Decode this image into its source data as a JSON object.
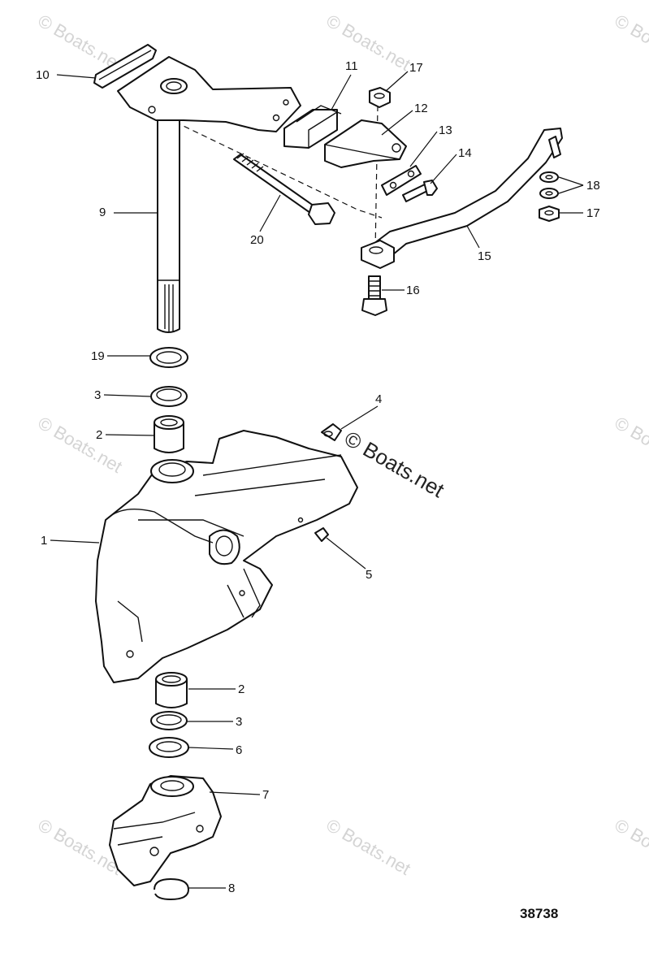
{
  "diagram_number": "38738",
  "watermark": {
    "text": "© Boats.net",
    "main_text": "© Boats.net"
  },
  "callouts": [
    "1",
    "2",
    "2",
    "3",
    "3",
    "4",
    "5",
    "6",
    "7",
    "8",
    "9",
    "10",
    "11",
    "12",
    "13",
    "14",
    "15",
    "16",
    "17",
    "17",
    "18",
    "19",
    "20"
  ]
}
